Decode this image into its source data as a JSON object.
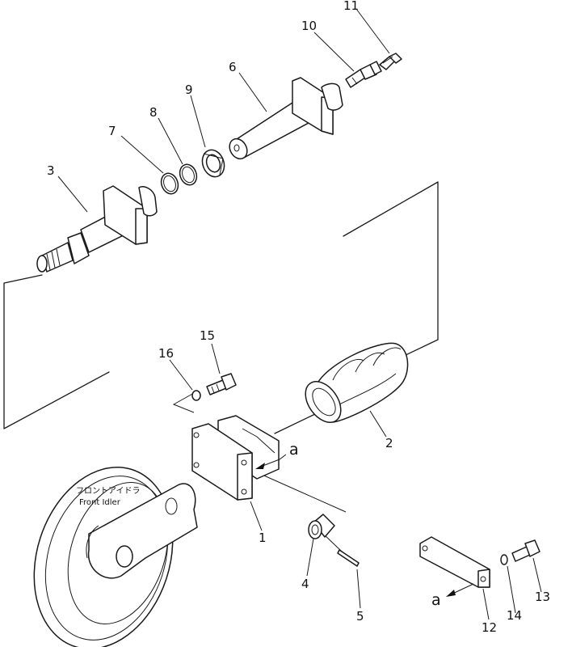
{
  "callouts": [
    {
      "id": "1",
      "text": "1"
    },
    {
      "id": "2",
      "text": "2"
    },
    {
      "id": "3",
      "text": "3"
    },
    {
      "id": "4",
      "text": "4"
    },
    {
      "id": "5",
      "text": "5"
    },
    {
      "id": "6",
      "text": "6"
    },
    {
      "id": "7",
      "text": "7"
    },
    {
      "id": "8",
      "text": "8"
    },
    {
      "id": "9",
      "text": "9"
    },
    {
      "id": "10",
      "text": "10"
    },
    {
      "id": "11",
      "text": "11"
    },
    {
      "id": "12",
      "text": "12"
    },
    {
      "id": "13",
      "text": "13"
    },
    {
      "id": "14",
      "text": "14"
    },
    {
      "id": "15",
      "text": "15"
    },
    {
      "id": "16",
      "text": "16"
    }
  ],
  "refs": {
    "a_top": "a",
    "a_bottom": "a"
  },
  "front_idler": {
    "label_jp": "フロントアイドラ",
    "label_en": "Front Idler"
  }
}
